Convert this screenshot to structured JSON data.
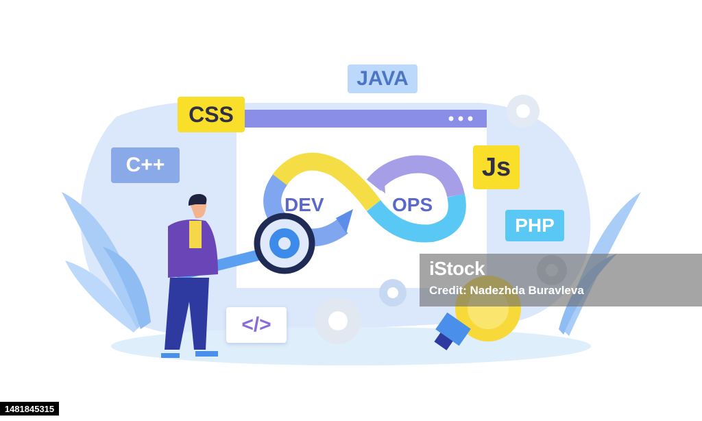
{
  "image": {
    "subject": "DevOps illustration",
    "tags": {
      "java": "JAVA",
      "css": "CSS",
      "cpp": "C++",
      "js": "Js",
      "php": "PHP",
      "code": "</>"
    },
    "infinity_labels": {
      "dev": "DEV",
      "ops": "OPS"
    }
  },
  "watermark": {
    "logo": "iStock",
    "credit": "Credit: Nadezhda Buravleva"
  },
  "stock_id": "1481845315",
  "colors": {
    "yellow": "#f9df2a",
    "purple": "#9a8ee0",
    "light_blue": "#5ac8f5",
    "pale_blue": "#dbe8fb",
    "navy": "#3b3fa0"
  }
}
